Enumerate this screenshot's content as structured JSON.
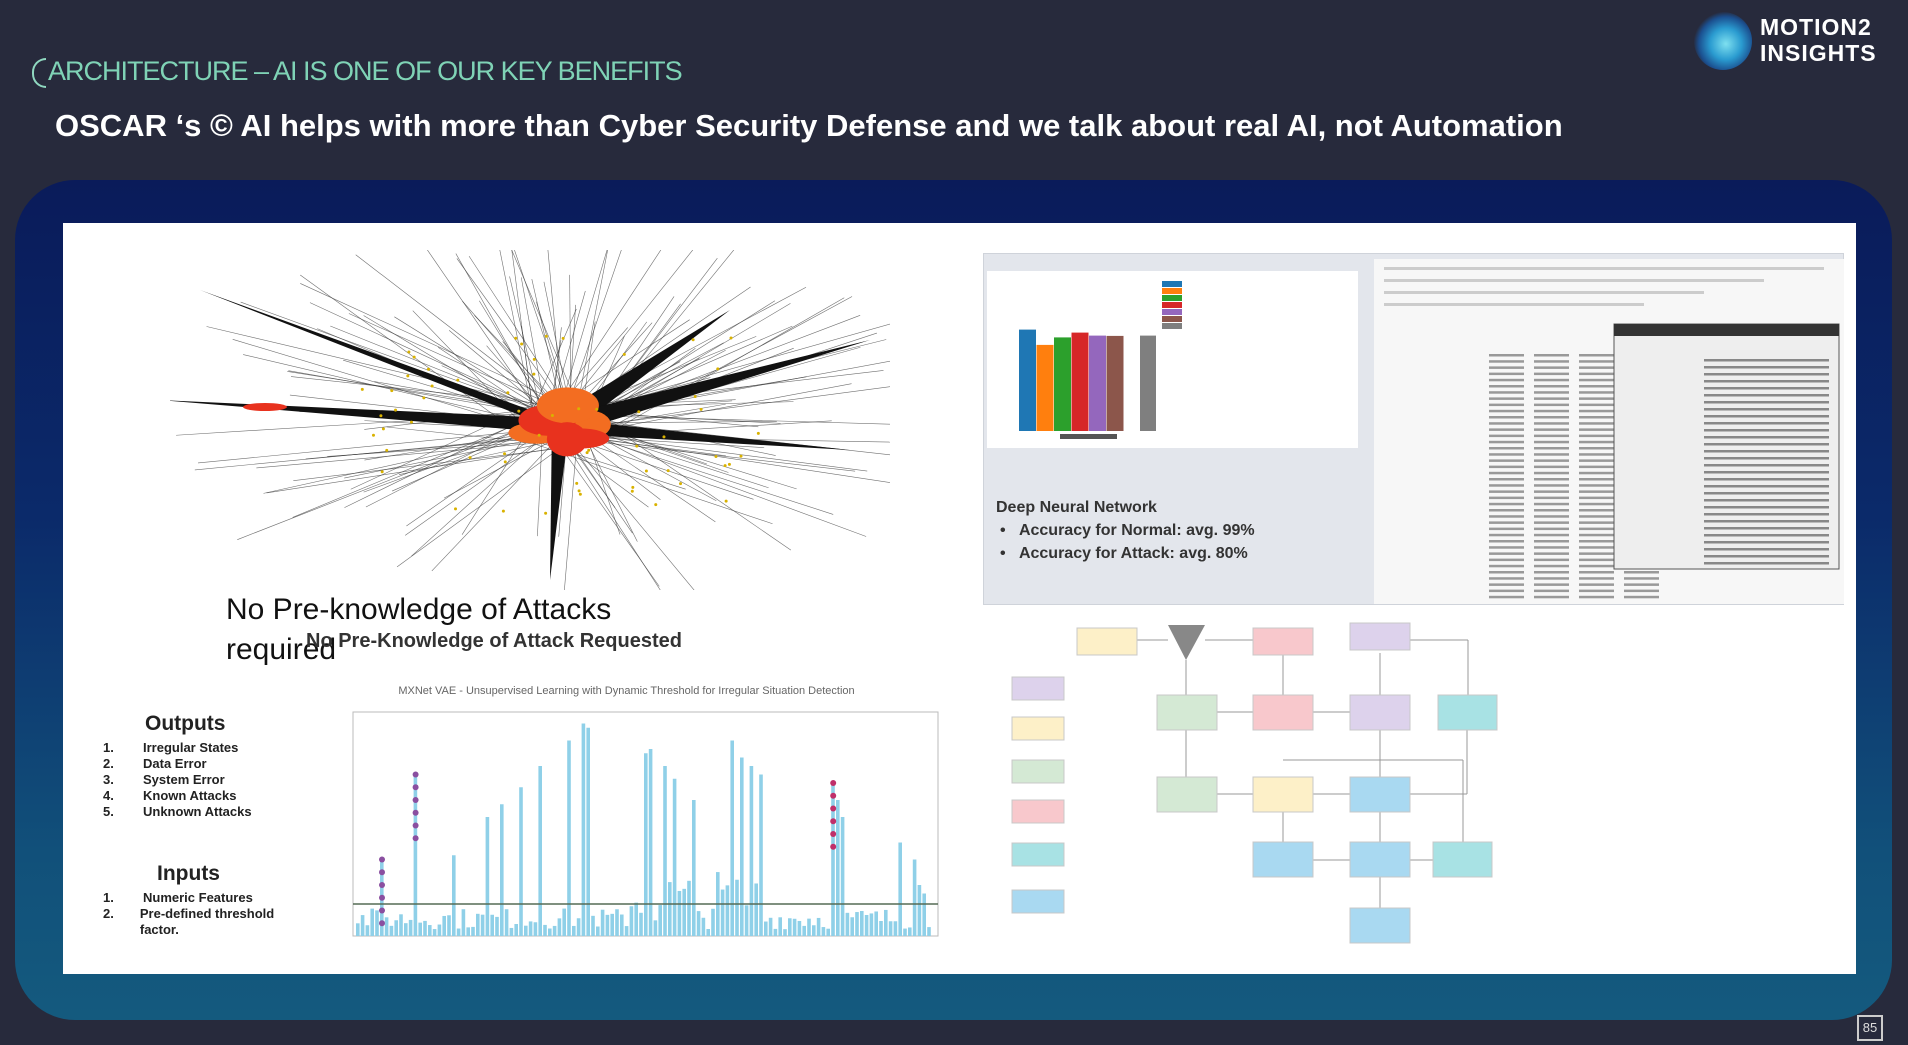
{
  "header": {
    "kicker": "ARCHITECTURE –  AI IS ONE OF OUR KEY BENEFITS",
    "headline": "OSCAR ‘s © AI helps with more than Cyber Security Defense and we talk about real AI, not Automation"
  },
  "logo": {
    "line1": "MOTION2",
    "line2": "INSIGHTS"
  },
  "slide": {
    "statement": "No Pre-knowledge of Attacks required",
    "overlay_statement": "No Pre-Knowledge of Attack Requested",
    "outputs": {
      "title": "Outputs",
      "items": [
        {
          "n": "1.",
          "t": "Irregular States"
        },
        {
          "n": "2.",
          "t": "Data Error"
        },
        {
          "n": "3.",
          "t": "System Error"
        },
        {
          "n": "4.",
          "t": "Known Attacks"
        },
        {
          "n": "5.",
          "t": "Unknown Attacks"
        }
      ]
    },
    "inputs": {
      "title": "Inputs",
      "items": [
        {
          "n": "1.",
          "t": "Numeric Features"
        },
        {
          "n": "2.",
          "t": "Pre-defined threshold factor."
        }
      ]
    },
    "vae_chart_title": "MXNet VAE - Unsupervised Learning with Dynamic Threshold for Irregular Situation Detection",
    "dnn": {
      "title": "Deep Neural Network",
      "items": [
        "Accuracy for Normal:  avg. 99%",
        "Accuracy for Attack:    avg. 80%"
      ]
    },
    "dnn_bars": {
      "values": [
        338,
        287,
        312,
        328,
        318,
        317,
        318
      ],
      "colors": [
        "#1f77b4",
        "#ff7f0e",
        "#2ca02c",
        "#d62728",
        "#9467bd",
        "#8c564b",
        "#7f7f7f"
      ]
    }
  },
  "page_number": "85",
  "colors": {
    "frame": "#0a1b5a",
    "kicker": "#7fd3b6",
    "bg": "#272a3c"
  }
}
